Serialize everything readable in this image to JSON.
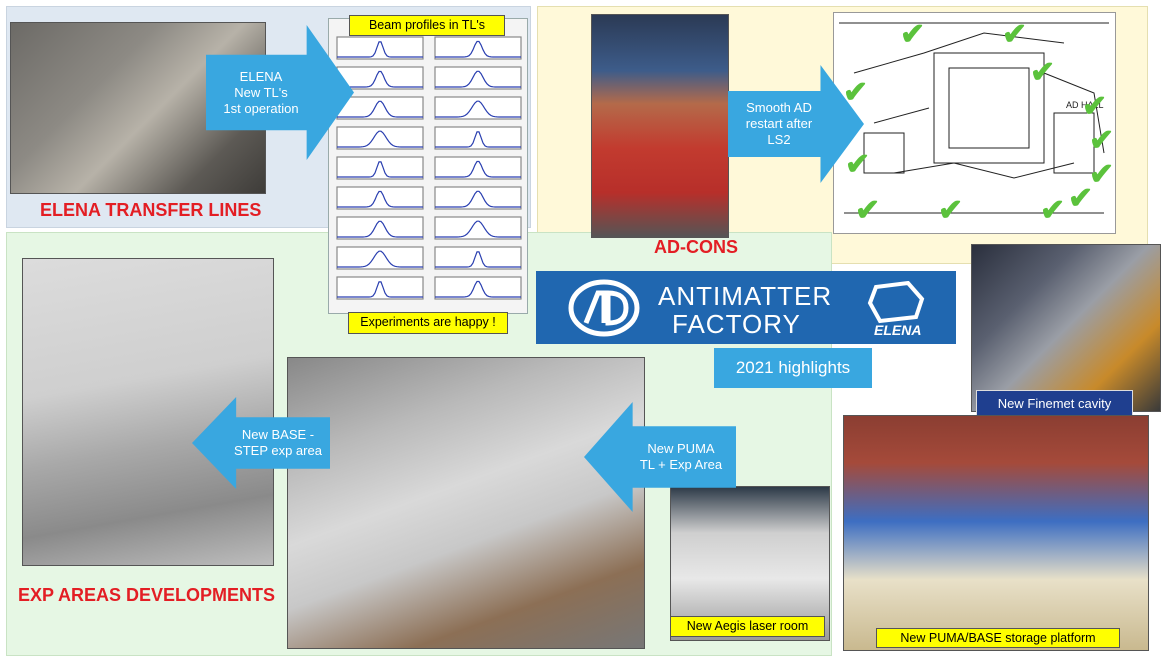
{
  "sections": {
    "elena_transfer_lines": "ELENA TRANSFER LINES",
    "ad_cons": "AD-CONS",
    "exp_areas": "EXP AREAS DEVELOPMENTS"
  },
  "banner": {
    "logo_text": "AD",
    "title_line1": "ANTIMATTER",
    "title_line2": "FACTORY",
    "elena_logo_text": "ELENA",
    "highlights": "2021 highlights"
  },
  "arrows": {
    "elena": [
      "ELENA",
      "New TL's",
      "1st operation"
    ],
    "ad": [
      "Smooth AD",
      "restart after",
      "LS2"
    ],
    "base": [
      "New BASE -",
      "STEP exp area"
    ],
    "puma": [
      "New PUMA",
      "TL + Exp Area"
    ]
  },
  "labels": {
    "beam_profiles": "Beam profiles  in TL's",
    "experiments_happy": "Experiments are happy !",
    "finemet": "New Finemet cavity",
    "aegis": "New Aegis laser room",
    "storage": "New PUMA/BASE storage platform"
  },
  "map_label": "AD HALL",
  "colors": {
    "accent_blue": "#39a7e0",
    "banner_blue": "#2067b0",
    "title_red": "#e31e24",
    "label_yellow": "#ffff00",
    "check_green": "#5bc23c"
  }
}
